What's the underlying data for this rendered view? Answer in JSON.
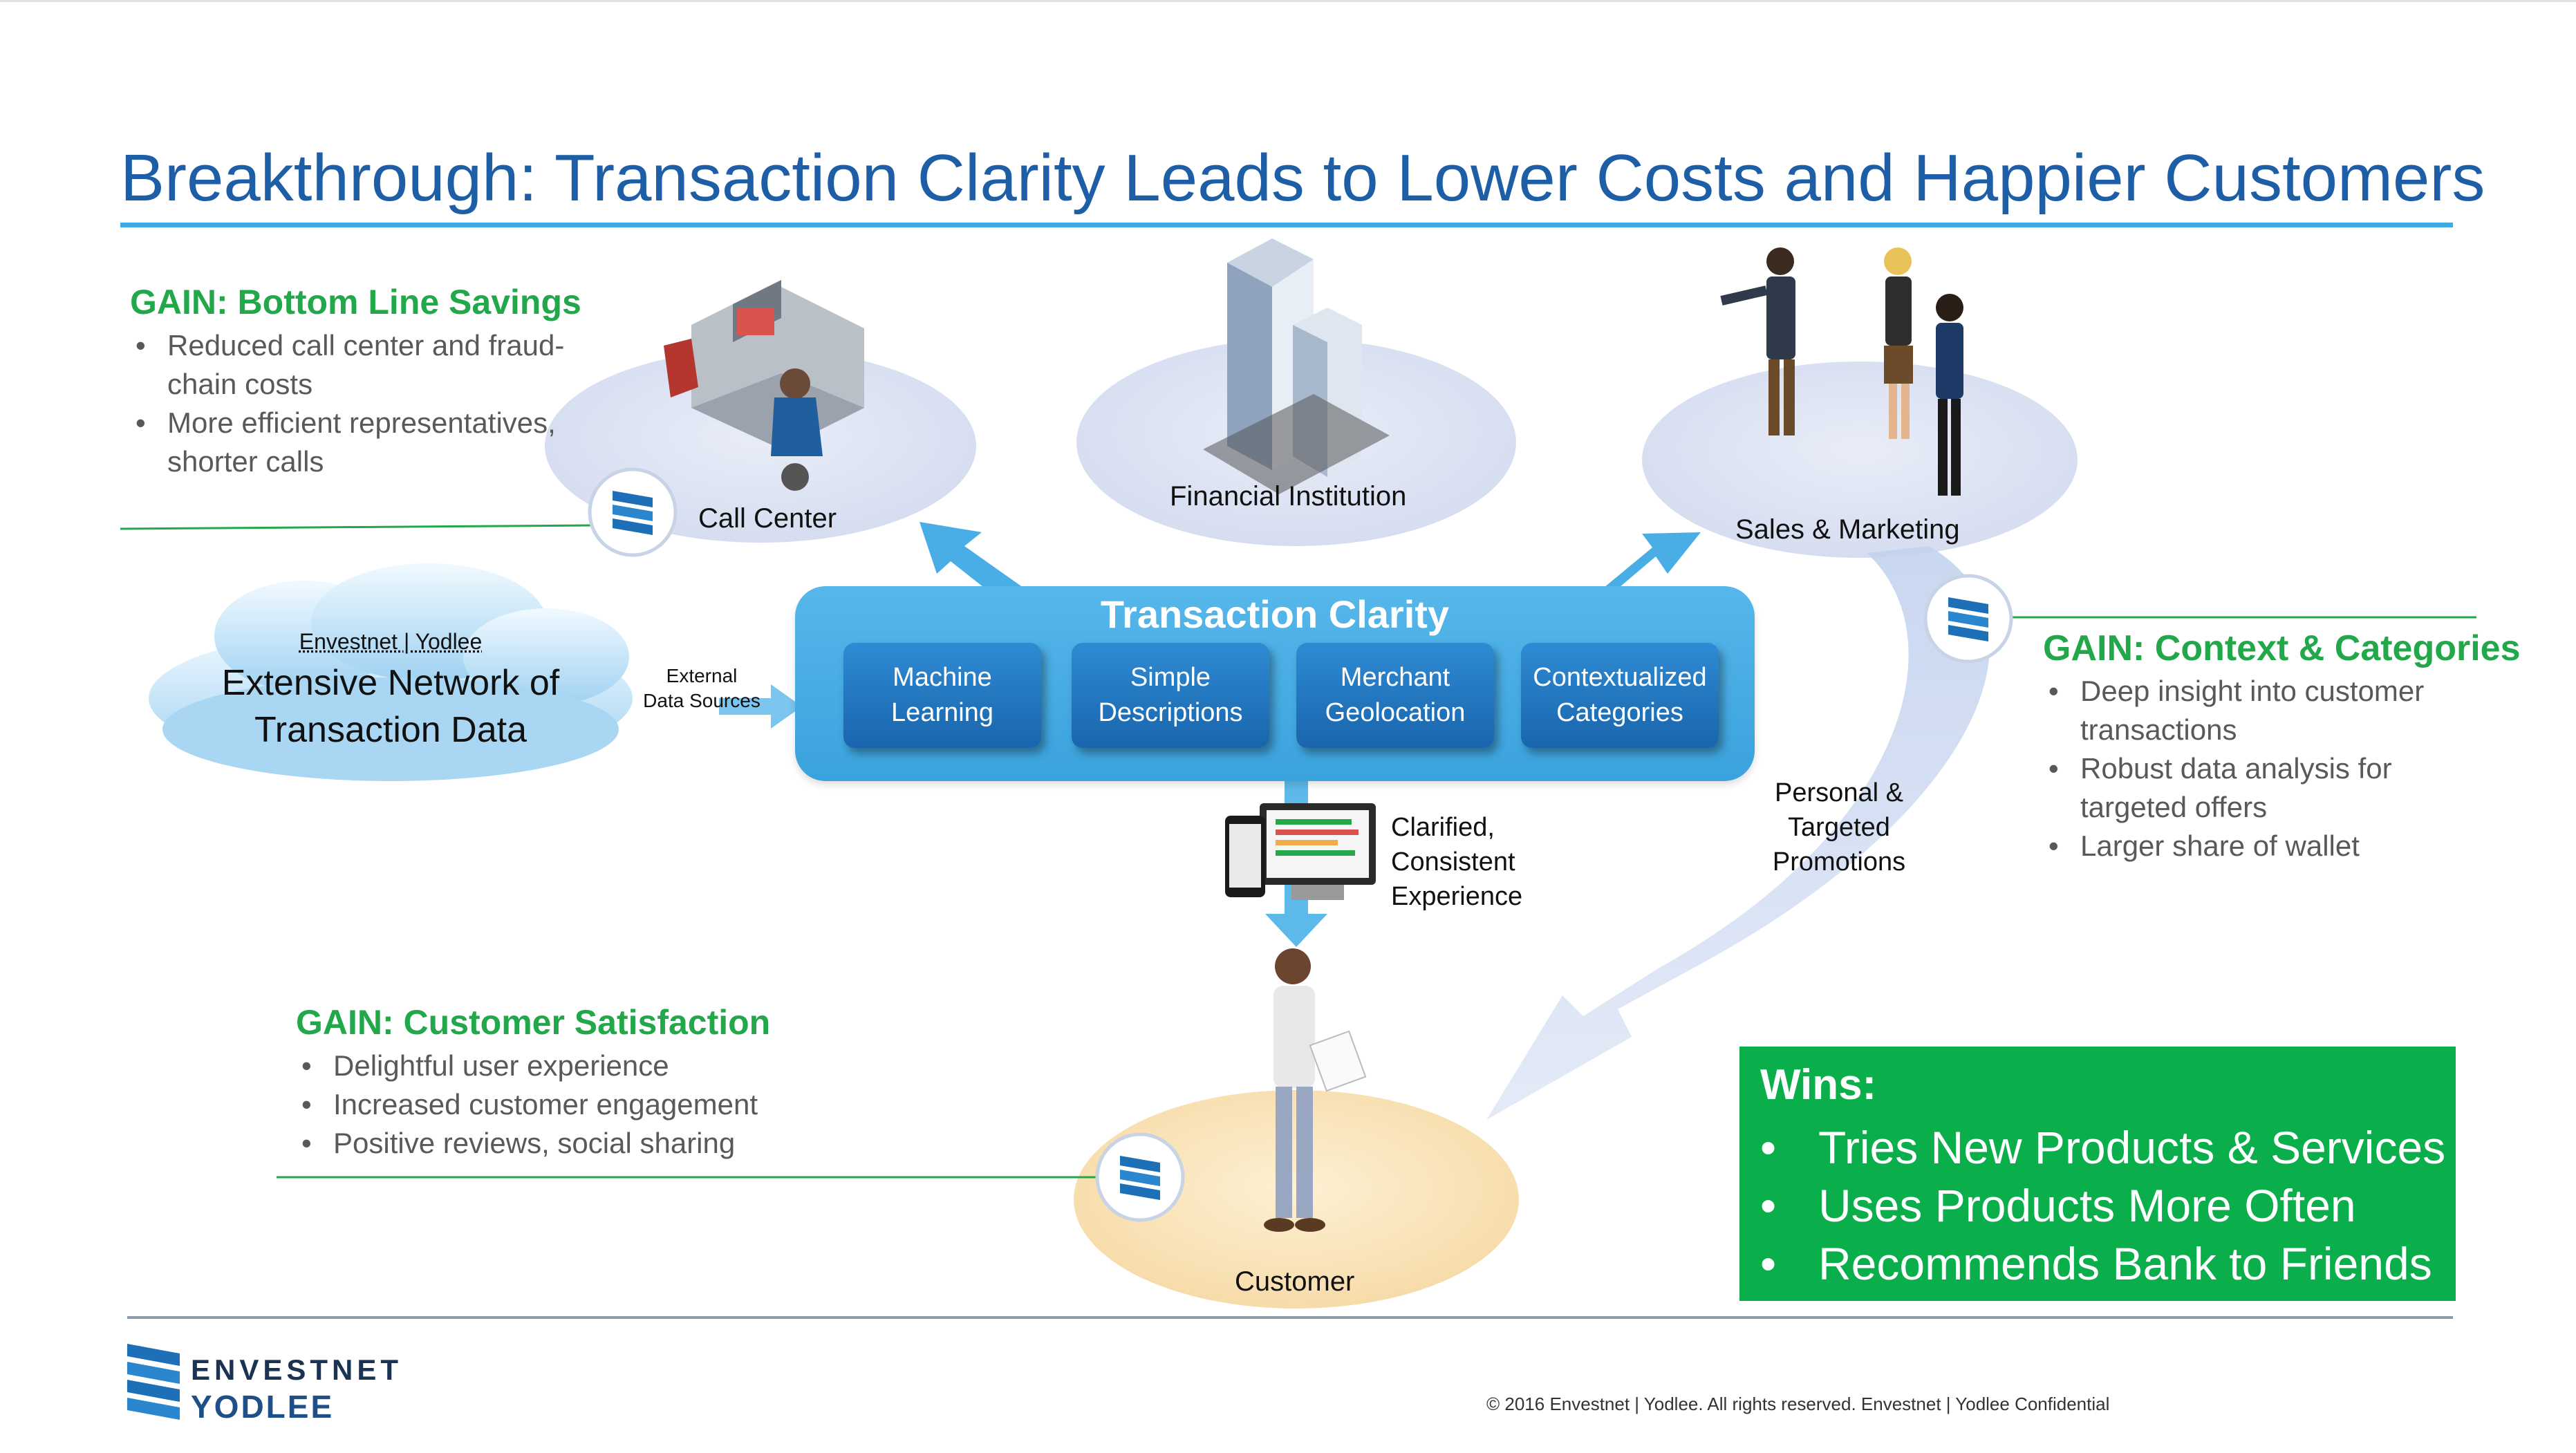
{
  "title": "Breakthrough: Transaction Clarity Leads to Lower Costs and Happier Customers",
  "gain_bottom_line": {
    "title": "GAIN: Bottom Line Savings",
    "items": [
      "Reduced call center and fraud-chain costs",
      "More efficient representatives, shorter calls"
    ]
  },
  "gain_context": {
    "title": "GAIN: Context & Categories",
    "items": [
      "Deep insight into customer transactions",
      "Robust data analysis for targeted offers",
      "Larger share of wallet"
    ]
  },
  "gain_satisfaction": {
    "title": "GAIN: Customer Satisfaction",
    "items": [
      "Delightful user experience",
      "Increased customer engagement",
      "Positive reviews, social sharing"
    ]
  },
  "nodes": {
    "call_center": "Call Center",
    "financial_institution": "Financial Institution",
    "sales_marketing": "Sales & Marketing",
    "customer": "Customer"
  },
  "cloud": {
    "brand": "Envestnet | Yodlee",
    "line1": "Extensive Network of",
    "line2": "Transaction Data"
  },
  "external_sources": {
    "line1": "External",
    "line2": "Data Sources"
  },
  "transaction_clarity": {
    "title": "Transaction Clarity",
    "boxes": [
      {
        "line1": "Machine",
        "line2": "Learning"
      },
      {
        "line1": "Simple",
        "line2": "Descriptions"
      },
      {
        "line1": "Merchant",
        "line2": "Geolocation"
      },
      {
        "line1": "Contextualized",
        "line2": "Categories"
      }
    ]
  },
  "clarified": {
    "line1": "Clarified,",
    "line2": "Consistent",
    "line3": "Experience"
  },
  "promotions": {
    "line1": "Personal &",
    "line2": "Targeted",
    "line3": "Promotions"
  },
  "wins": {
    "title": "Wins:",
    "items": [
      "Tries New Products & Services",
      "Uses Products More Often",
      "Recommends Bank to Friends"
    ]
  },
  "footer": {
    "logo_line1": "ENVESTNET",
    "logo_line2": "YODLEE",
    "copyright": "© 2016 Envestnet | Yodlee. All rights reserved.  Envestnet | Yodlee Confidential"
  },
  "colors": {
    "title": "#1e5ea6",
    "gain_green": "#22a84a",
    "wins_green": "#0aae4a",
    "panel_blue": "#4aaee6",
    "box_blue": "#1f6fb8",
    "ellipse": "#dfe5f4",
    "customer_ellipse": "#fbe6bd"
  }
}
